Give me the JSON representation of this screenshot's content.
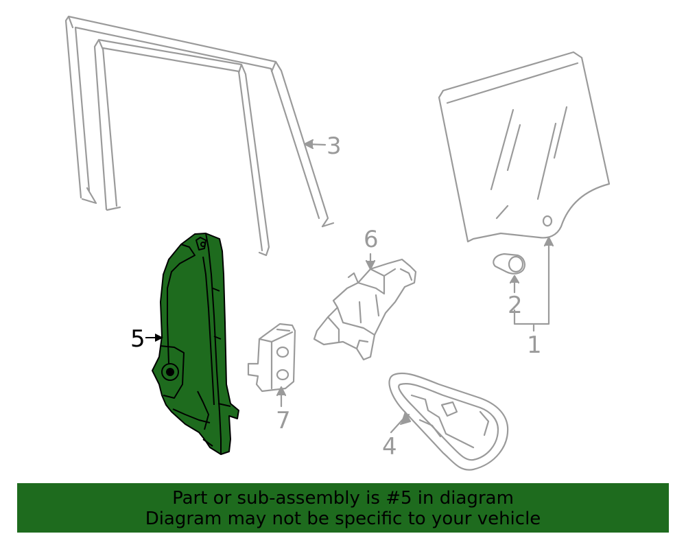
{
  "callouts": {
    "c1": "1",
    "c2": "2",
    "c3": "3",
    "c4": "4",
    "c5": "5",
    "c6": "6",
    "c7": "7"
  },
  "banner": {
    "line1": "Part or sub-assembly is #5 in diagram",
    "line2": "Diagram may not be specific to your vehicle"
  },
  "colors": {
    "highlight_fill": "#1e6b1e",
    "line_gray": "#9a9a9a",
    "banner_bg": "#1e6b1e"
  }
}
